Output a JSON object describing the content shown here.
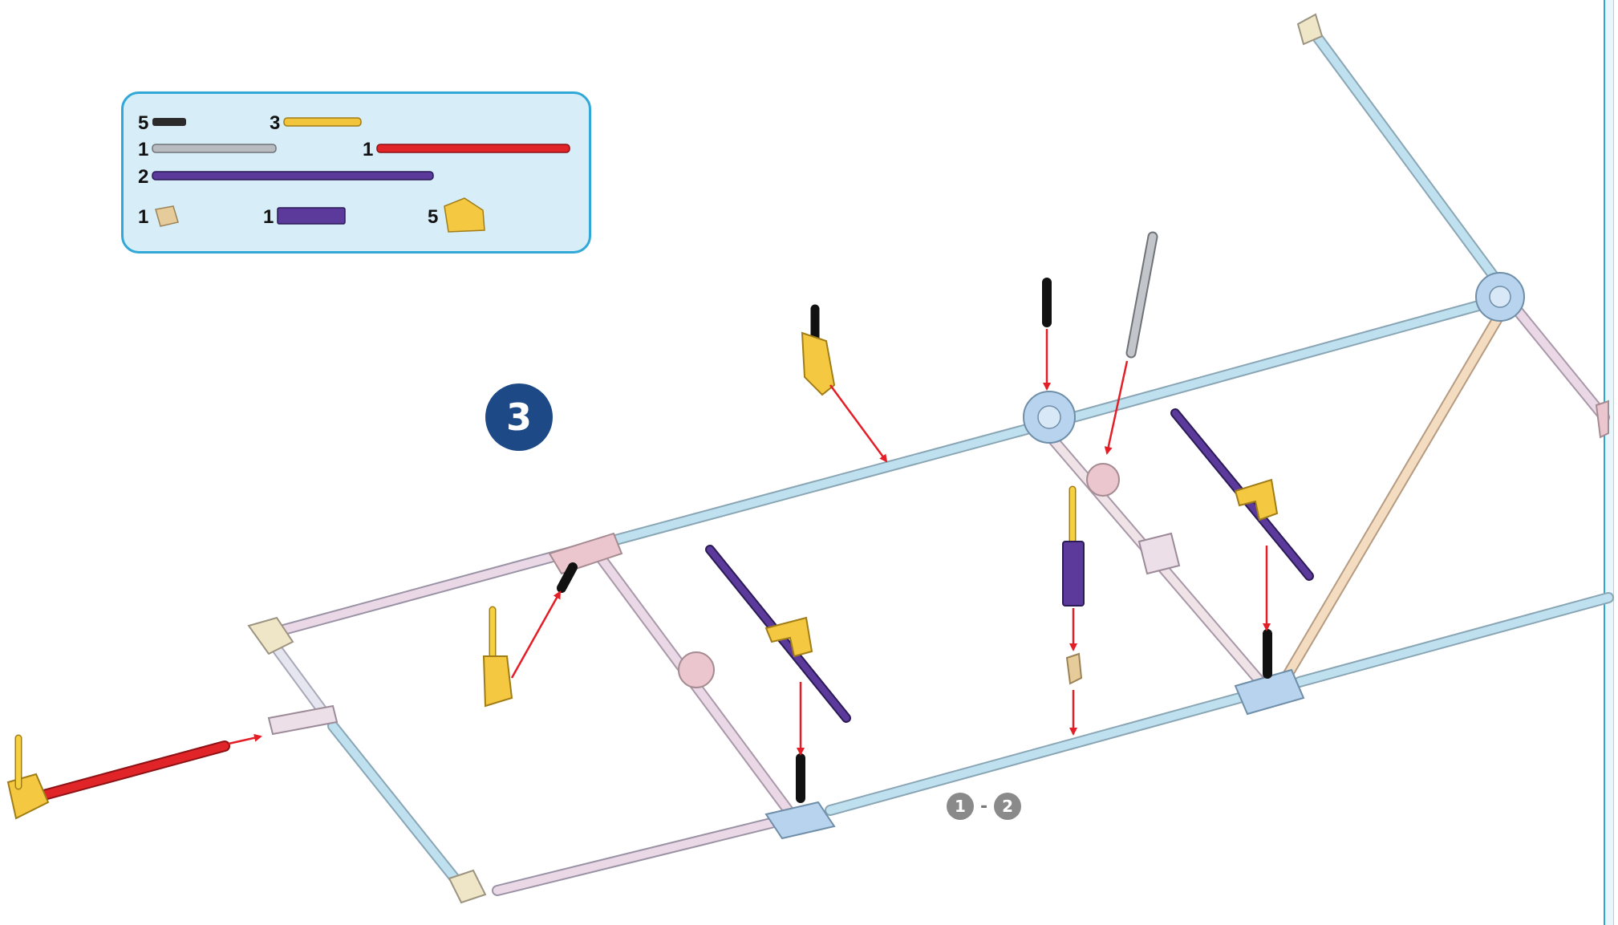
{
  "step": {
    "number": "3",
    "reference_start": "1",
    "reference_separator": "-",
    "reference_end": "2"
  },
  "parts_list": {
    "items": [
      {
        "qty": "5",
        "part": "black-connector-rod",
        "color": "#2b2b2b"
      },
      {
        "qty": "3",
        "part": "yellow-rod",
        "color": "#f2c43a"
      },
      {
        "qty": "1",
        "part": "gray-rod",
        "color": "#b8bcc0"
      },
      {
        "qty": "1",
        "part": "red-rod",
        "color": "#e02428"
      },
      {
        "qty": "2",
        "part": "purple-rod",
        "color": "#5b3a9b"
      },
      {
        "qty": "1",
        "part": "tan-clip",
        "color": "#e6cc9a"
      },
      {
        "qty": "1",
        "part": "purple-clip-connector",
        "color": "#5b3a9b"
      },
      {
        "qty": "5",
        "part": "yellow-angle-connector",
        "color": "#f5c842"
      }
    ]
  },
  "colors": {
    "rod_light_blue": "#bfe0ef",
    "rod_light_pink": "#ead8e6",
    "rod_peach": "#f3dcc0",
    "connector_blue": "#b7d3ee",
    "connector_pink": "#ecc6cf",
    "connector_cream": "#efe6c8",
    "arrow_red": "#e41e26",
    "badge_blue": "#1d4a86",
    "panel_border": "#31a8d8",
    "panel_fill": "#d7eef9"
  }
}
